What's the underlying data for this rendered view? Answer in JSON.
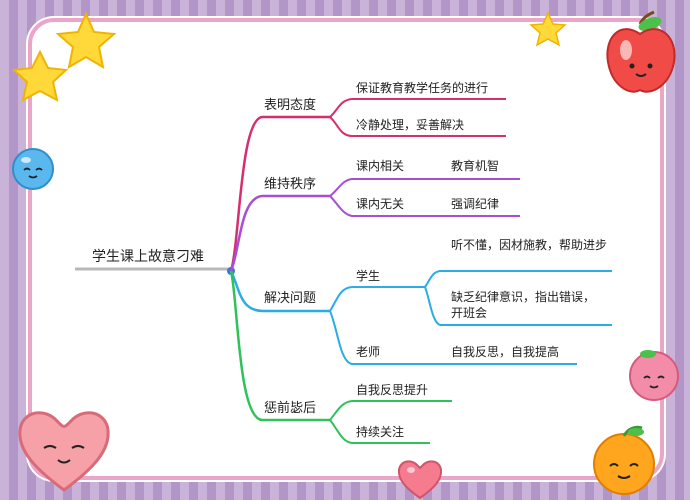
{
  "root": "学生课上故意刁难",
  "branches": [
    {
      "label": "表明态度",
      "color": "#d62e6e",
      "children": [
        {
          "label": "保证教育教学任务的进行"
        },
        {
          "label": "冷静处理，妥善解决"
        }
      ]
    },
    {
      "label": "维持秩序",
      "color": "#a74fd3",
      "children": [
        {
          "label": "课内相关",
          "children": [
            {
              "label": "教育机智"
            }
          ]
        },
        {
          "label": "课内无关",
          "children": [
            {
              "label": "强调纪律"
            }
          ]
        }
      ]
    },
    {
      "label": "解决问题",
      "color": "#2aace4",
      "children": [
        {
          "label": "学生",
          "children": [
            {
              "label": "听不懂，因材施教，帮助进步"
            },
            {
              "label": "缺乏纪律意识，指出错误，开班会"
            }
          ]
        },
        {
          "label": "老师",
          "children": [
            {
              "label": "自我反思，自我提高"
            }
          ]
        }
      ]
    },
    {
      "label": "惩前毖后",
      "color": "#2fc25a",
      "children": [
        {
          "label": "自我反思提升"
        },
        {
          "label": "持续关注"
        }
      ]
    }
  ],
  "decorations": [
    "star-icon",
    "apple-icon",
    "blue-ball-icon",
    "heart-icon",
    "peach-icon",
    "orange-icon"
  ]
}
